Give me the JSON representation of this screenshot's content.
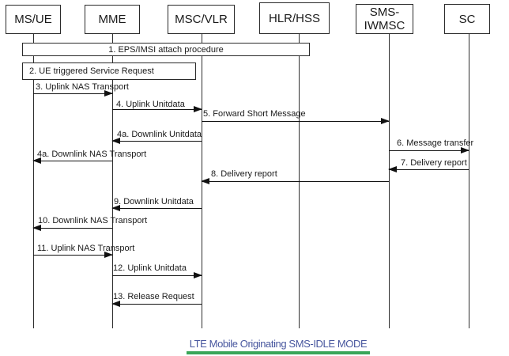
{
  "diagram": {
    "title_caption": "LTE Mobile Originating SMS-IDLE MODE",
    "entities": [
      {
        "label": "MS/UE"
      },
      {
        "label": "MME"
      },
      {
        "label": "MSC/VLR"
      },
      {
        "label": "HLR/HSS"
      },
      {
        "label": "SMS-IWMSC"
      },
      {
        "label": "SC"
      }
    ],
    "steps": [
      {
        "label": "1. EPS/IMSI attach procedure",
        "kind": "procedure-box",
        "from": "MS/UE",
        "to": "HLR/HSS"
      },
      {
        "label": "2. UE triggered Service Request",
        "kind": "procedure-box",
        "from": "MS/UE",
        "to": "MSC/VLR"
      },
      {
        "label": "3. Uplink NAS Transport",
        "kind": "message",
        "from": "MS/UE",
        "to": "MME",
        "direction": "right"
      },
      {
        "label": "4. Uplink Unitdata",
        "kind": "message",
        "from": "MME",
        "to": "MSC/VLR",
        "direction": "right"
      },
      {
        "label": "5. Forward Short Message",
        "kind": "message",
        "from": "MSC/VLR",
        "to": "SMS-IWMSC",
        "direction": "right"
      },
      {
        "label": "4a. Downlink Unitdata",
        "kind": "message",
        "from": "MSC/VLR",
        "to": "MME",
        "direction": "left"
      },
      {
        "label": "6. Message transfer",
        "kind": "message",
        "from": "SMS-IWMSC",
        "to": "SC",
        "direction": "right"
      },
      {
        "label": "4a. Downlink NAS Transport",
        "kind": "message",
        "from": "MME",
        "to": "MS/UE",
        "direction": "left"
      },
      {
        "label": "7. Delivery report",
        "kind": "message",
        "from": "SC",
        "to": "SMS-IWMSC",
        "direction": "left"
      },
      {
        "label": "8. Delivery report",
        "kind": "message",
        "from": "SMS-IWMSC",
        "to": "MSC/VLR",
        "direction": "left"
      },
      {
        "label": "9. Downlink Unitdata",
        "kind": "message",
        "from": "MSC/VLR",
        "to": "MME",
        "direction": "left"
      },
      {
        "label": "10. Downlink NAS Transport",
        "kind": "message",
        "from": "MME",
        "to": "MS/UE",
        "direction": "left"
      },
      {
        "label": "11. Uplink NAS Transport",
        "kind": "message",
        "from": "MS/UE",
        "to": "MME",
        "direction": "right"
      },
      {
        "label": "12. Uplink Unitdata",
        "kind": "message",
        "from": "MME",
        "to": "MSC/VLR",
        "direction": "right"
      },
      {
        "label": "13. Release Request",
        "kind": "message",
        "from": "MSC/VLR",
        "to": "MME",
        "direction": "left"
      }
    ],
    "colors": {
      "line": "#111111",
      "caption_text": "#47569e",
      "caption_underline": "#3aa558",
      "background": "#ffffff"
    }
  }
}
